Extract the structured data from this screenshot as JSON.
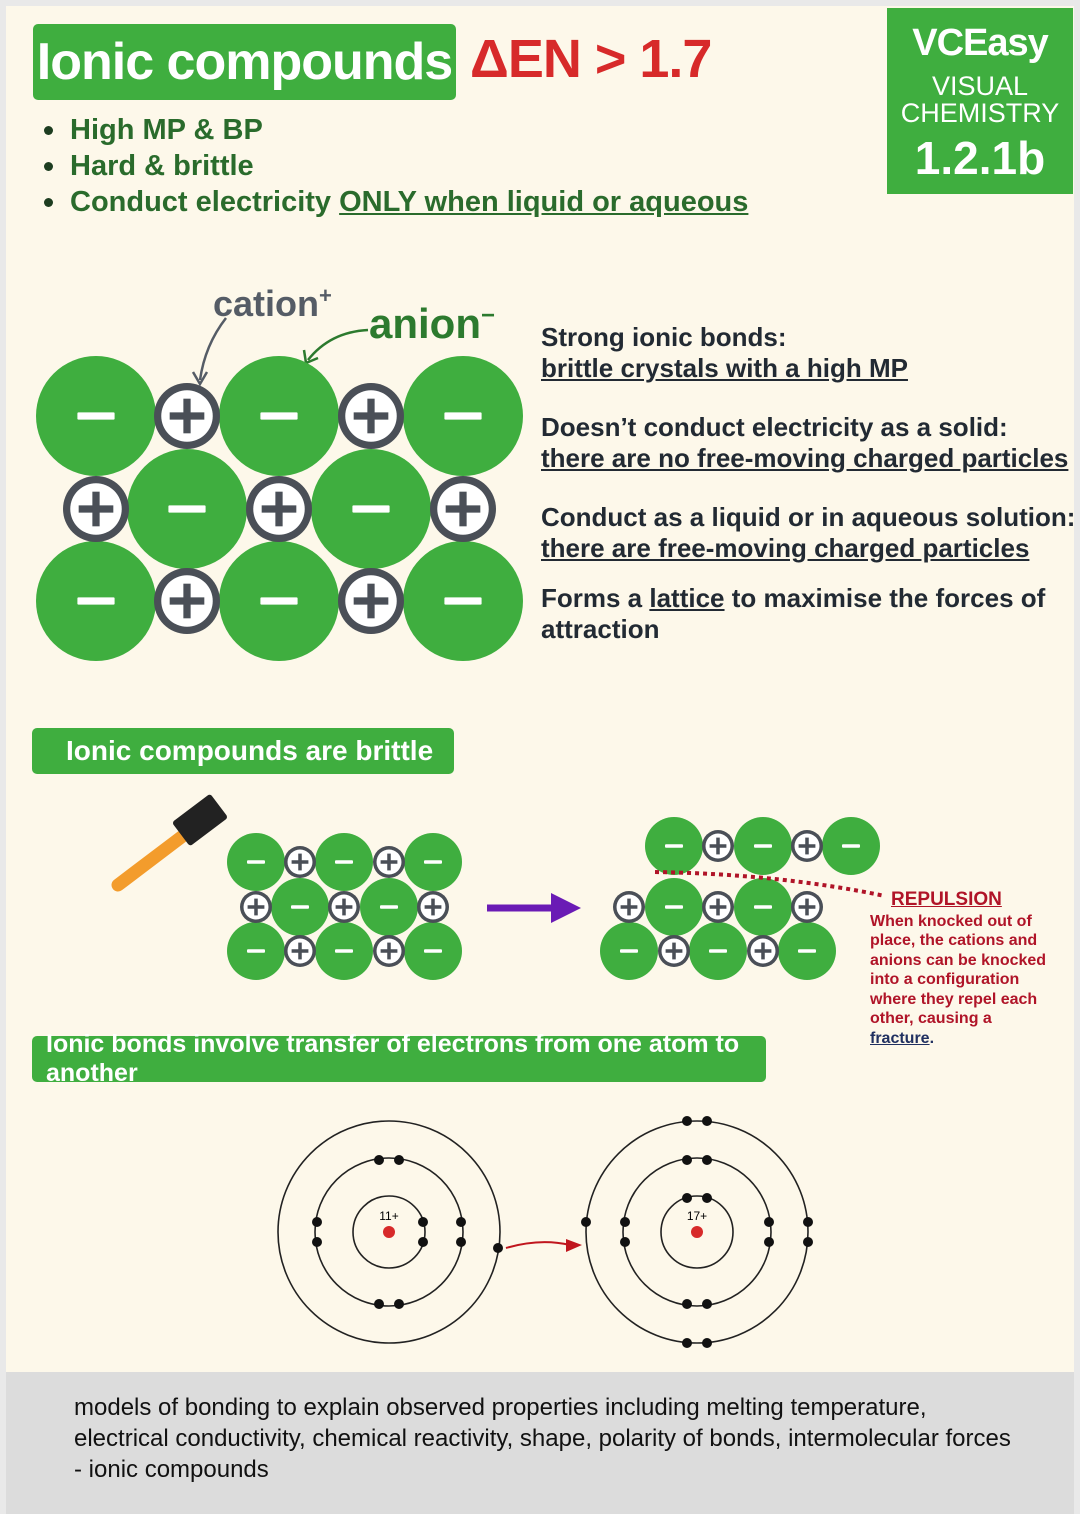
{
  "header": {
    "title": "Ionic compounds",
    "en_rule": "ΔEN > 1.7",
    "bullets": [
      "High MP & BP",
      "Hard & brittle",
      "Conduct electricity "
    ],
    "bullet3_underlined": "ONLY when liquid or aqueous"
  },
  "badge": {
    "brand": "VCEasy",
    "line1": "VISUAL",
    "line2": "CHEMISTRY",
    "code": "1.2.1b"
  },
  "lattice": {
    "cation_label": "cation",
    "cation_sup": "+",
    "anion_label": "anion",
    "anion_sup": "−"
  },
  "properties": [
    {
      "heading": "Strong ionic bonds:",
      "detail": "brittle crystals with a high MP"
    },
    {
      "heading": "Doesn’t conduct electricity as a solid:",
      "detail": "there are no free-moving charged particles"
    },
    {
      "heading": "Conduct as a liquid or in aqueous solution:",
      "detail": "there are free-moving charged particles"
    }
  ],
  "lattice_note": {
    "pre": "Forms a ",
    "keyword": "lattice",
    "post": " to maximise the forces of",
    "line2": "attraction"
  },
  "brittle": {
    "heading": "Ionic compounds are brittle",
    "repulsion_title": "REPULSION",
    "repulsion_text": "When knocked out of place, the cations and anions can be knocked into a configuration where they repel each other, causing a ",
    "repulsion_keyword": "fracture",
    "repulsion_end": "."
  },
  "transfer": {
    "heading": "Ionic bonds involve transfer of electrons from one atom to another",
    "atom1_label": "11+",
    "atom2_label": "17+"
  },
  "footer": {
    "text": "models of bonding to explain observed properties including melting temperature, electrical conductivity, chemical reactivity, shape, polarity of bonds, intermolecular forces - ionic compounds"
  },
  "colors": {
    "green": "#3fae3f",
    "cation": "#4a4f57",
    "red": "#d72a2a",
    "arrow_purple": "#6a1bb5"
  }
}
